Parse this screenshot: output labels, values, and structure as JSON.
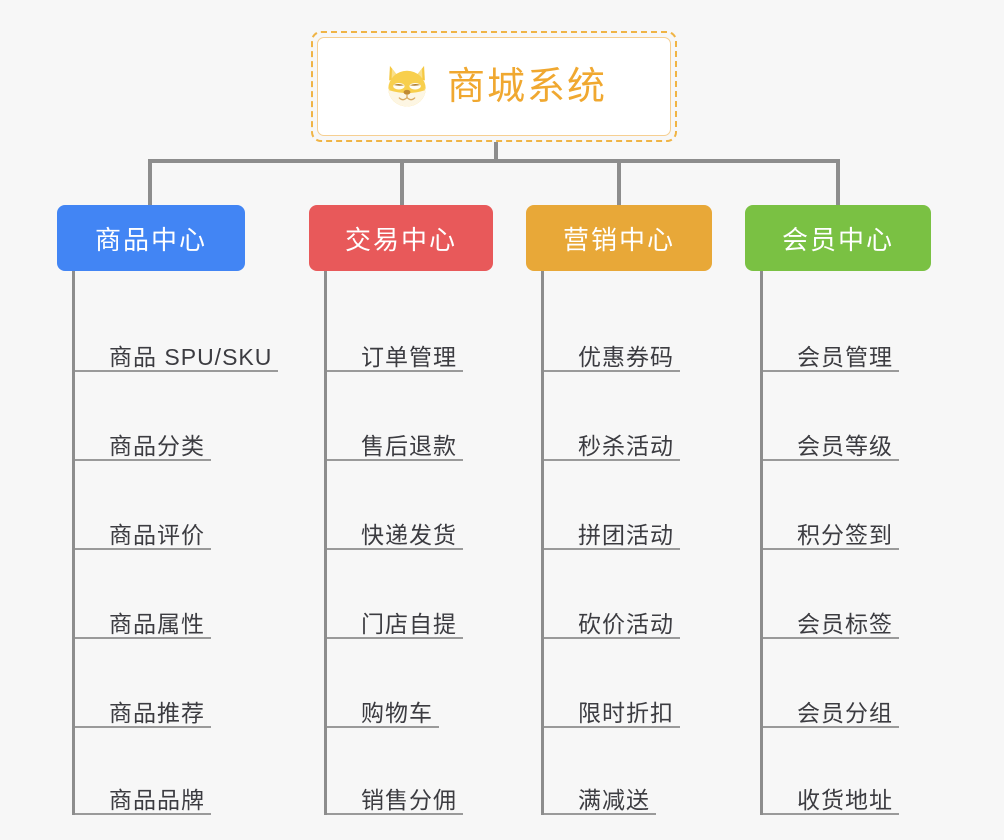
{
  "root": {
    "title": "商城系统",
    "icon": "shiba-dog-icon",
    "title_color": "#f0a830",
    "border_color": "#f0b445",
    "background": "#ffffff"
  },
  "page": {
    "background_color": "#f7f7f7",
    "connector_color": "#8d8d8d",
    "leaf_text_color": "#3c3c41",
    "leaf_rule_color": "#9a9a9a"
  },
  "columns": [
    {
      "title": "商品中心",
      "color": "#4285f4",
      "items": [
        "商品 SPU/SKU",
        "商品分类",
        "商品评价",
        "商品属性",
        "商品推荐",
        "商品品牌"
      ]
    },
    {
      "title": "交易中心",
      "color": "#e8595a",
      "items": [
        "订单管理",
        "售后退款",
        "快递发货",
        "门店自提",
        "购物车",
        "销售分佣"
      ]
    },
    {
      "title": "营销中心",
      "color": "#e8a838",
      "items": [
        "优惠券码",
        "秒杀活动",
        "拼团活动",
        "砍价活动",
        "限时折扣",
        "满减送"
      ]
    },
    {
      "title": "会员中心",
      "color": "#7ac143",
      "items": [
        "会员管理",
        "会员等级",
        "积分签到",
        "会员标签",
        "会员分组",
        "收货地址"
      ]
    }
  ]
}
